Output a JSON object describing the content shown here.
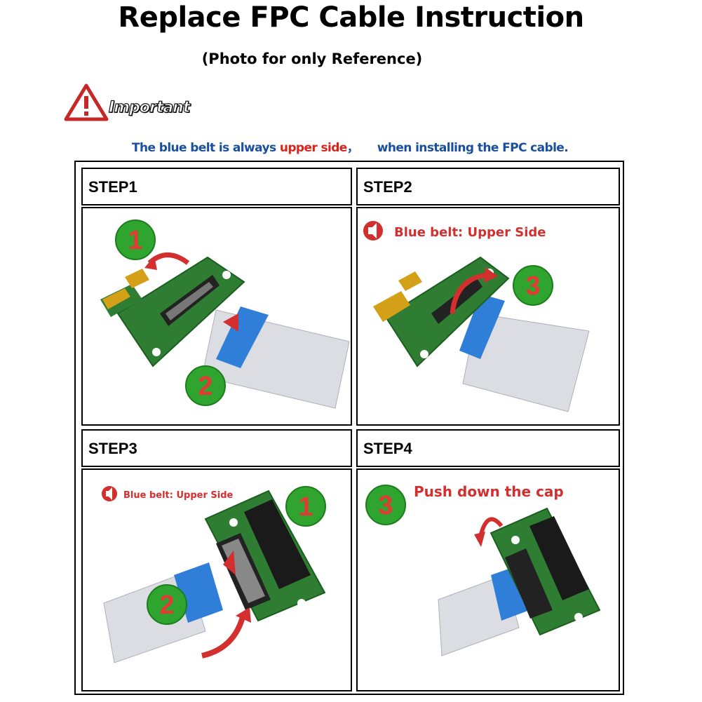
{
  "title": "Replace FPC Cable Instruction",
  "subtitle": "(Photo for only Reference)",
  "important_label": "Important",
  "note": {
    "part1": "The blue belt is always ",
    "part2": "upper side",
    "part3": "，     when installing the FPC cable."
  },
  "steps": [
    {
      "label": "STEP1",
      "caption": "",
      "markers": [
        "1",
        "2"
      ]
    },
    {
      "label": "STEP2",
      "caption": "Blue belt: Upper Side",
      "markers": [
        "3"
      ]
    },
    {
      "label": "STEP3",
      "caption": "Blue belt: Upper Side",
      "markers": [
        "1",
        "2"
      ]
    },
    {
      "label": "STEP4",
      "caption": "Push down the cap",
      "markers": [
        "3"
      ]
    }
  ],
  "colors": {
    "blue_text": "#1a4fa0",
    "red_text": "#d9241c",
    "pcb_green": "#2e7d32",
    "marker_green": "#2fa52f",
    "blue_belt": "#2f7fd8",
    "cable_gray": "#d9d9e0"
  }
}
